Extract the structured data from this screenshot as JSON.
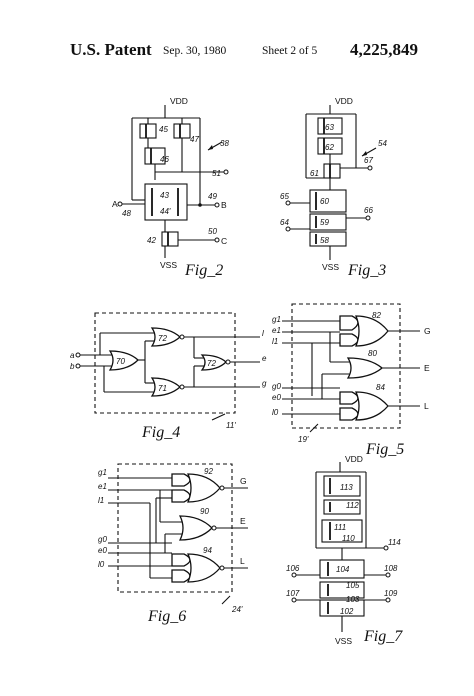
{
  "header": {
    "patent_label": "U.S. Patent",
    "date": "Sep. 30, 1980",
    "sheet": "Sheet 2 of 5",
    "patent_number": "4,225,849"
  },
  "fig2": {
    "caption": "Fig_2",
    "vdd": "VDD",
    "vss": "VSS",
    "ref": "38",
    "t45": "45",
    "t47": "47",
    "t46": "46",
    "t43": "43",
    "t44": "44'",
    "t42": "42",
    "n51": "51",
    "n49": "49",
    "n50": "50",
    "n48": "48",
    "in_a": "A",
    "out_b": "B",
    "out_c": "C"
  },
  "fig3": {
    "caption": "Fig_3",
    "vdd": "VDD",
    "vss": "VSS",
    "ref": "54",
    "t63": "63",
    "t62": "62",
    "t61": "61",
    "t60": "60",
    "t59": "59",
    "t58": "58",
    "n67": "67",
    "n65": "65",
    "n66": "66",
    "n64": "64"
  },
  "fig4": {
    "caption": "Fig_4",
    "ref": "11'",
    "in_a": "a",
    "in_b": "b",
    "g70": "70",
    "g72a": "72",
    "g71": "71",
    "g72b": "72",
    "out_l": "l",
    "out_e": "e",
    "out_g": "g"
  },
  "fig5": {
    "caption": "Fig_5",
    "ref": "19'",
    "in_g1": "g1",
    "in_e1": "e1",
    "in_l1": "l1",
    "in_g0": "g0",
    "in_e0": "e0",
    "in_l0": "l0",
    "g82": "82",
    "g80": "80",
    "g84": "84",
    "out_g": "G",
    "out_e": "E",
    "out_l": "L"
  },
  "fig6": {
    "caption": "Fig_6",
    "ref": "24'",
    "in_g1": "g1",
    "in_e1": "e1",
    "in_l1": "l1",
    "in_g0": "g0",
    "in_e0": "e0",
    "in_l0": "l0",
    "g92": "92",
    "g90": "90",
    "g94": "94",
    "out_g": "G",
    "out_e": "E",
    "out_l": "L"
  },
  "fig7": {
    "caption": "Fig_7",
    "vdd": "VDD",
    "vss": "VSS",
    "t113": "113",
    "t112": "112",
    "t111": "111",
    "t110": "110",
    "t104": "104",
    "t105": "105",
    "t103": "103",
    "t102": "102",
    "n114": "114",
    "n106": "106",
    "n108": "108",
    "n107": "107",
    "n109": "109"
  }
}
